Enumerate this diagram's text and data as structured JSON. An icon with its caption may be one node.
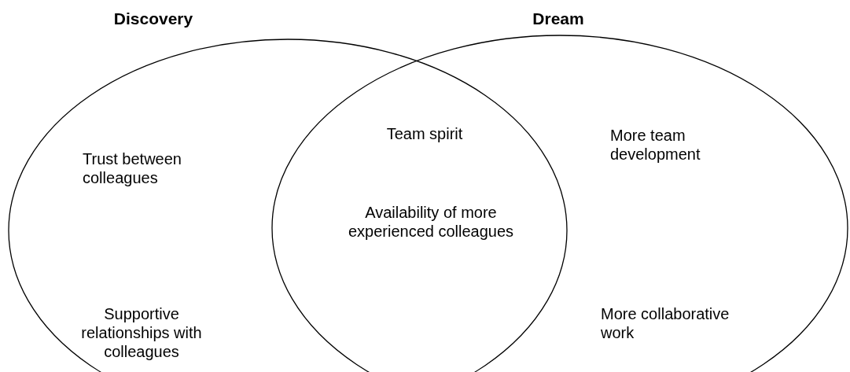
{
  "diagram": {
    "nodes": [
      {
        "text": [
          "Discovery",
          "Trust between colleagues",
          "Supportive relationships with colleagues"
        ]
      },
      {
        "text": [
          "Dream",
          "More team development",
          "More collaborative work"
        ]
      }
    ],
    "labels": [
      "Team spirit",
      "Availability of more experienced colleagues"
    ]
  }
}
